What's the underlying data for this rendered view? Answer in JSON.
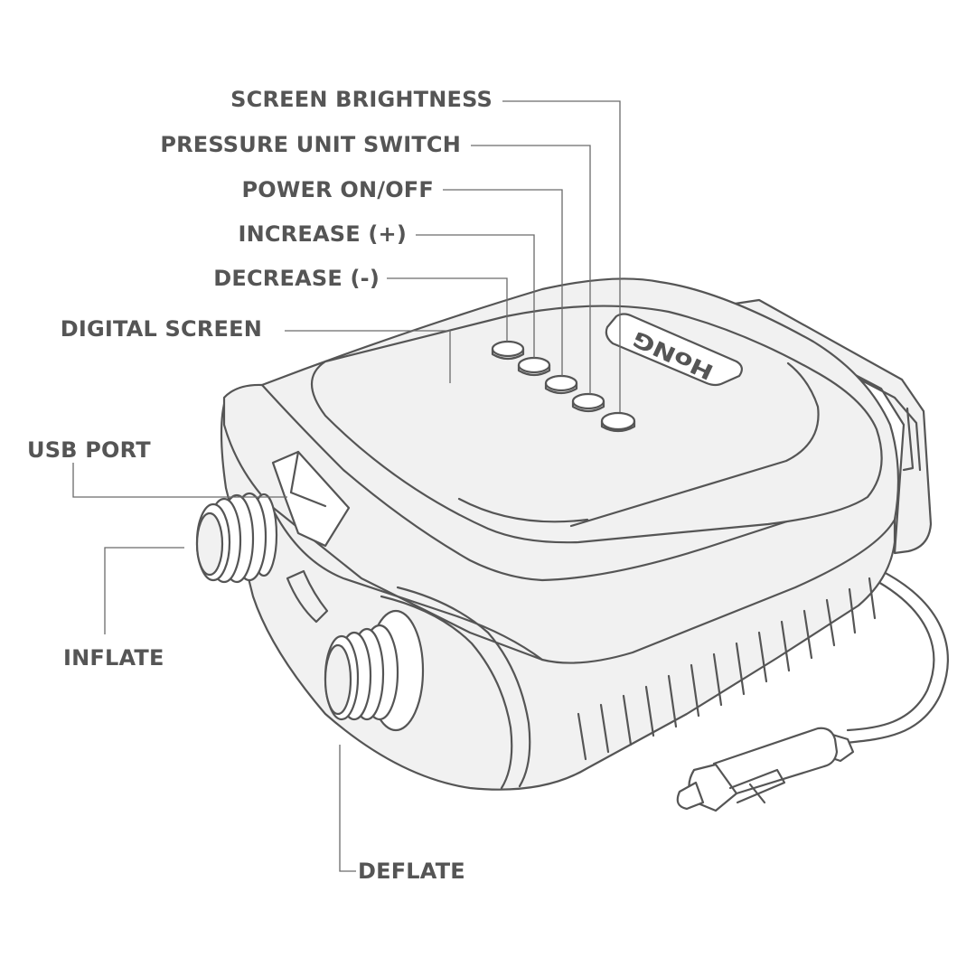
{
  "brand": "HoNG",
  "labels": {
    "screen_brightness": "SCREEN BRIGHTNESS",
    "pressure_unit_switch": "PRESSURE UNIT SWITCH",
    "power": "POWER ON/OFF",
    "increase": "INCREASE (+)",
    "decrease": "DECREASE (-)",
    "digital_screen": "DIGITAL SCREEN",
    "usb_port": "USB PORT",
    "inflate": "INFLATE",
    "deflate": "DEFLATE"
  },
  "colors": {
    "line": "#555555",
    "body_fill": "#f1f1f1",
    "text": "#555555"
  }
}
